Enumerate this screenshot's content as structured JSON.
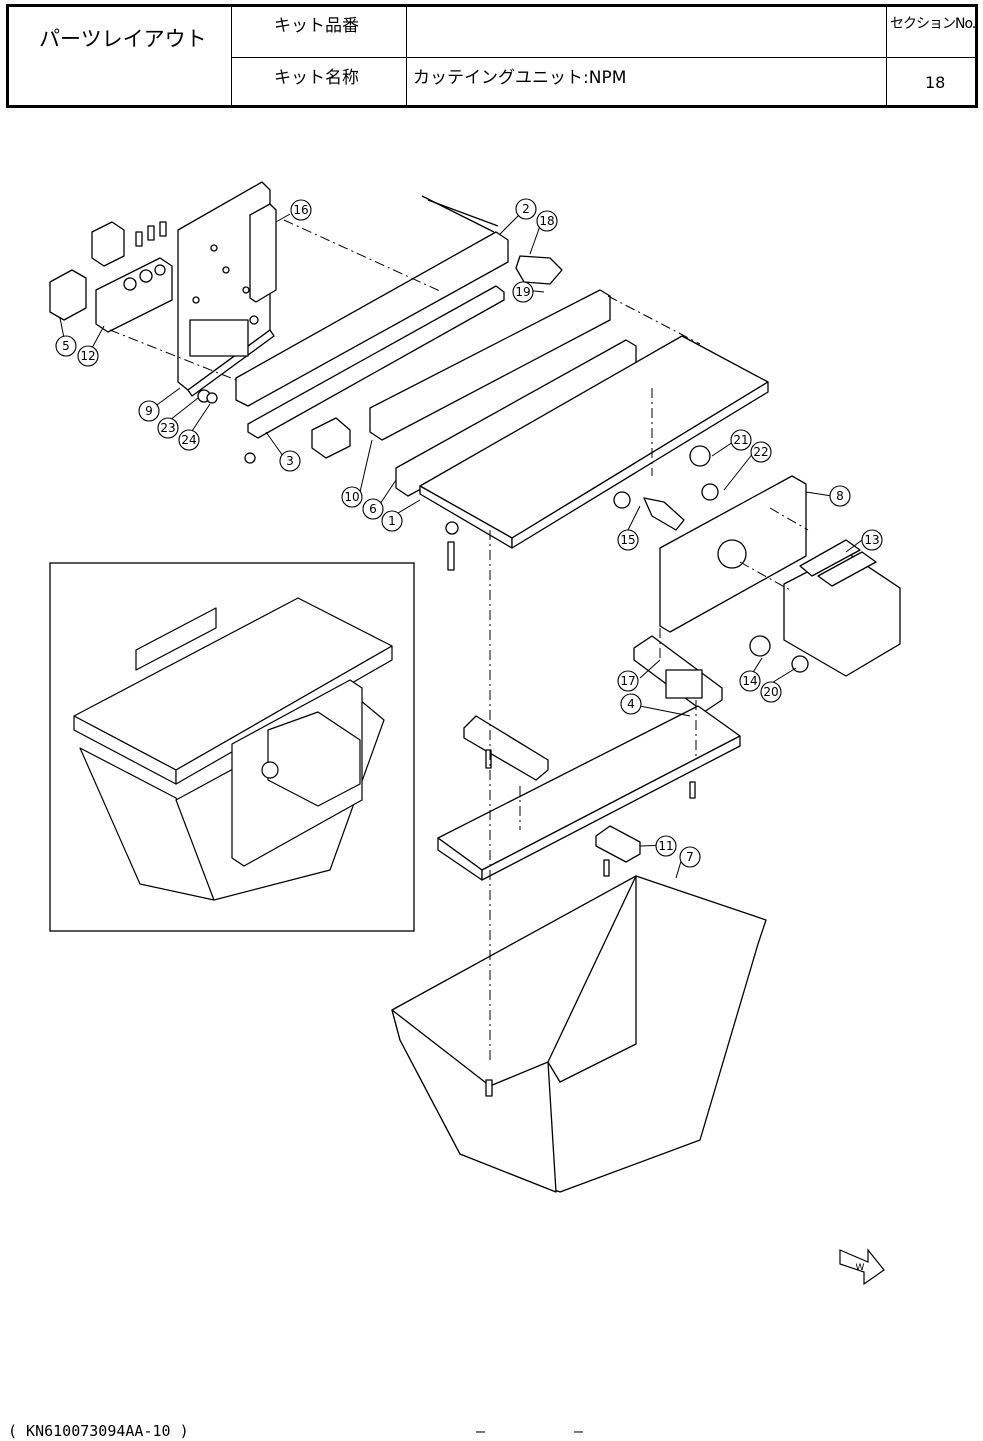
{
  "header": {
    "title": "パーツレイアウト",
    "kit_number_label": "キット品番",
    "kit_number_value": "",
    "kit_name_label": "キット名称",
    "kit_name_value": "カッテイングユニット:NPM",
    "section_label": "セクションNo.",
    "section_value": "18"
  },
  "callouts": [
    "1",
    "2",
    "3",
    "4",
    "5",
    "6",
    "7",
    "8",
    "9",
    "10",
    "11",
    "12",
    "13",
    "14",
    "15",
    "16",
    "17",
    "18",
    "19",
    "20",
    "21",
    "22",
    "23",
    "24"
  ],
  "direction_badge": "W",
  "footer": {
    "doc_code": "( KN610073094AA-10 )",
    "page_marks": "—  —"
  }
}
